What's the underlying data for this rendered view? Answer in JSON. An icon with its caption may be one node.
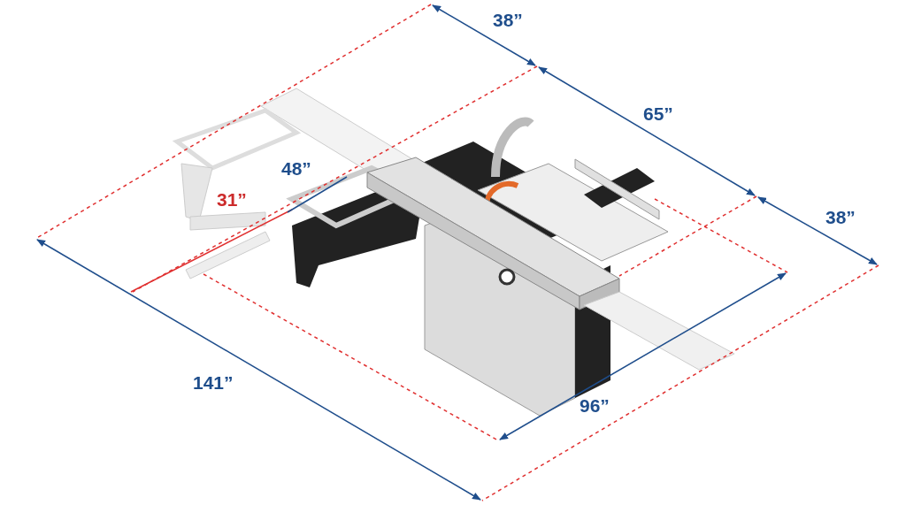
{
  "diagram": {
    "labels": [
      "38”",
      "65”",
      "48”",
      "31”",
      "38”",
      "141”",
      "96”"
    ]
  }
}
